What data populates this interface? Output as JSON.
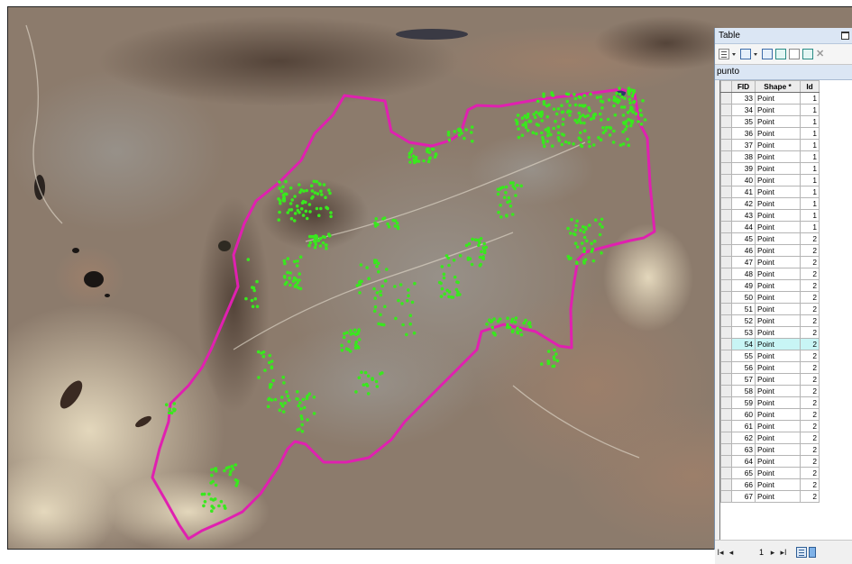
{
  "colors": {
    "boundary": "#e020b0",
    "points": "#39e81e",
    "highlight_row": "#c8f5f5"
  },
  "table_window": {
    "title": "Table",
    "tab_name": "punto",
    "columns": [
      "FID",
      "Shape *",
      "Id"
    ],
    "highlighted_fid": "54",
    "rows": [
      {
        "fid": "33",
        "shape": "Point",
        "id": "1"
      },
      {
        "fid": "34",
        "shape": "Point",
        "id": "1"
      },
      {
        "fid": "35",
        "shape": "Point",
        "id": "1"
      },
      {
        "fid": "36",
        "shape": "Point",
        "id": "1"
      },
      {
        "fid": "37",
        "shape": "Point",
        "id": "1"
      },
      {
        "fid": "38",
        "shape": "Point",
        "id": "1"
      },
      {
        "fid": "39",
        "shape": "Point",
        "id": "1"
      },
      {
        "fid": "40",
        "shape": "Point",
        "id": "1"
      },
      {
        "fid": "41",
        "shape": "Point",
        "id": "1"
      },
      {
        "fid": "42",
        "shape": "Point",
        "id": "1"
      },
      {
        "fid": "43",
        "shape": "Point",
        "id": "1"
      },
      {
        "fid": "44",
        "shape": "Point",
        "id": "1"
      },
      {
        "fid": "45",
        "shape": "Point",
        "id": "2"
      },
      {
        "fid": "46",
        "shape": "Point",
        "id": "2"
      },
      {
        "fid": "47",
        "shape": "Point",
        "id": "2"
      },
      {
        "fid": "48",
        "shape": "Point",
        "id": "2"
      },
      {
        "fid": "49",
        "shape": "Point",
        "id": "2"
      },
      {
        "fid": "50",
        "shape": "Point",
        "id": "2"
      },
      {
        "fid": "51",
        "shape": "Point",
        "id": "2"
      },
      {
        "fid": "52",
        "shape": "Point",
        "id": "2"
      },
      {
        "fid": "53",
        "shape": "Point",
        "id": "2"
      },
      {
        "fid": "54",
        "shape": "Point",
        "id": "2"
      },
      {
        "fid": "55",
        "shape": "Point",
        "id": "2"
      },
      {
        "fid": "56",
        "shape": "Point",
        "id": "2"
      },
      {
        "fid": "57",
        "shape": "Point",
        "id": "2"
      },
      {
        "fid": "58",
        "shape": "Point",
        "id": "2"
      },
      {
        "fid": "59",
        "shape": "Point",
        "id": "2"
      },
      {
        "fid": "60",
        "shape": "Point",
        "id": "2"
      },
      {
        "fid": "61",
        "shape": "Point",
        "id": "2"
      },
      {
        "fid": "62",
        "shape": "Point",
        "id": "2"
      },
      {
        "fid": "63",
        "shape": "Point",
        "id": "2"
      },
      {
        "fid": "64",
        "shape": "Point",
        "id": "2"
      },
      {
        "fid": "65",
        "shape": "Point",
        "id": "2"
      },
      {
        "fid": "66",
        "shape": "Point",
        "id": "2"
      },
      {
        "fid": "67",
        "shape": "Point",
        "id": "2"
      }
    ],
    "navigation": {
      "first_icon": "first-record-icon",
      "prev_icon": "previous-record-icon",
      "page": "1",
      "next_icon": "next-record-icon",
      "last_icon": "last-record-icon"
    },
    "toolbar_icons": [
      "table-options-icon",
      "related-tables-icon",
      "select-by-attributes-icon",
      "switch-selection-icon",
      "clear-selection-icon",
      "zoom-to-selected-icon",
      "delete-selected-icon"
    ]
  }
}
